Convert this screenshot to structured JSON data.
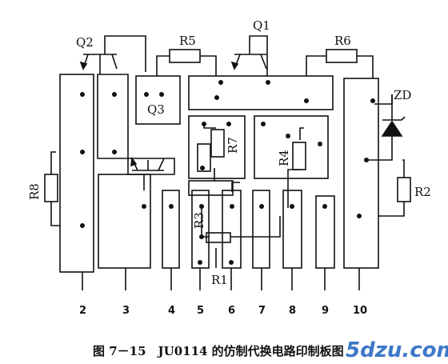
{
  "labels": {
    "q2": "Q2",
    "q1": "Q1",
    "q3": "Q3",
    "r1": "R1",
    "r2": "R2",
    "r3": "R3",
    "r4": "R4",
    "r5": "R5",
    "r6": "R6",
    "r7": "R7",
    "r8": "R8",
    "zd": "ZD"
  },
  "pins": [
    "2",
    "3",
    "4",
    "5",
    "6",
    "7",
    "8",
    "9",
    "10"
  ],
  "caption": "图 7－15　JU0114 的仿制代换电路印制板图",
  "watermark": "5dzu.com",
  "colors": {
    "ink": "#111111",
    "watermark": "#3d78c8"
  }
}
